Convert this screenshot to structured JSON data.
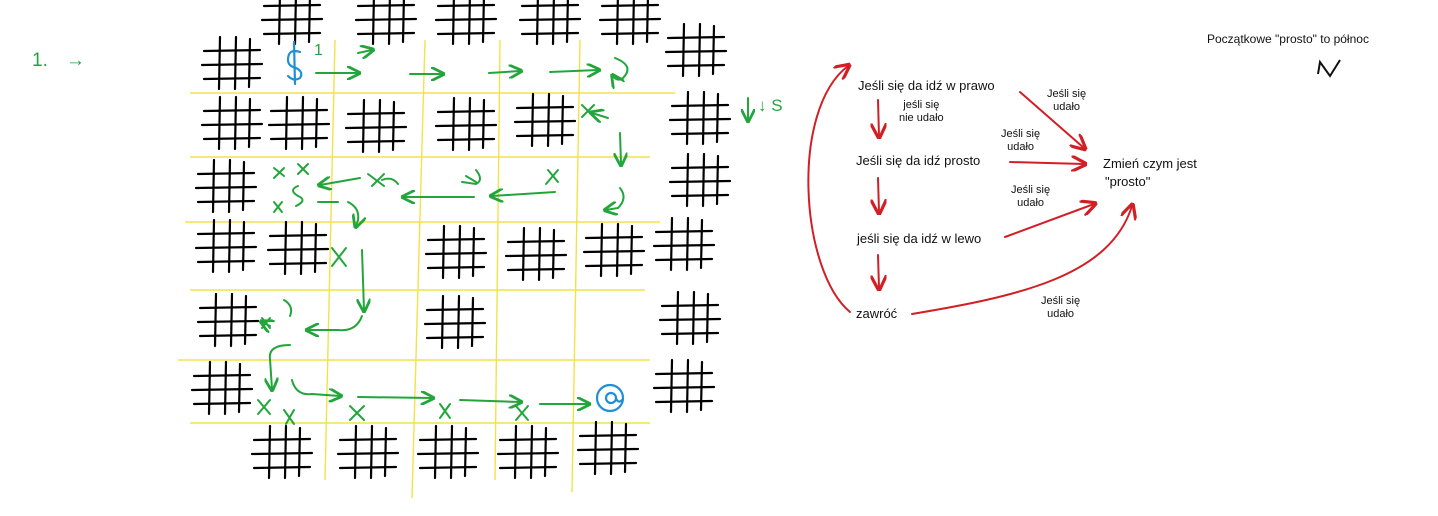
{
  "step": {
    "number": "1.",
    "arrow": "→"
  },
  "maze": {
    "start_marker": "$",
    "start_direction": "1",
    "goal_marker": "@",
    "side_note": "↓ S"
  },
  "top_note": {
    "text": "Początkowe \"prosto\" to północ",
    "symbol": "N"
  },
  "flowchart": {
    "right": "Jeśli się da idź w prawo",
    "straight": "Jeśli się da idź prosto",
    "left": "jeśli się da idź w lewo",
    "back": "zawróć",
    "change_line1": "Zmień czym jest",
    "change_line2": "\"prosto\"",
    "not_ok_line1": "jeśli się",
    "not_ok_line2": "nie udało",
    "ok_line1": "Jeśli się",
    "ok_line2": "udało",
    "ok2_line1": "Jeśli się",
    "ok2_line2": "udało",
    "ok3_line1": "Jeśli się",
    "ok3_line2": "udało",
    "ok4_line1": "Jeśli się",
    "ok4_line2": "udało"
  },
  "colors": {
    "walls": "#000000",
    "grid": "#f2e24a",
    "path": "#22a63c",
    "markers": "#1e90d6",
    "flow": "#d21f26"
  }
}
